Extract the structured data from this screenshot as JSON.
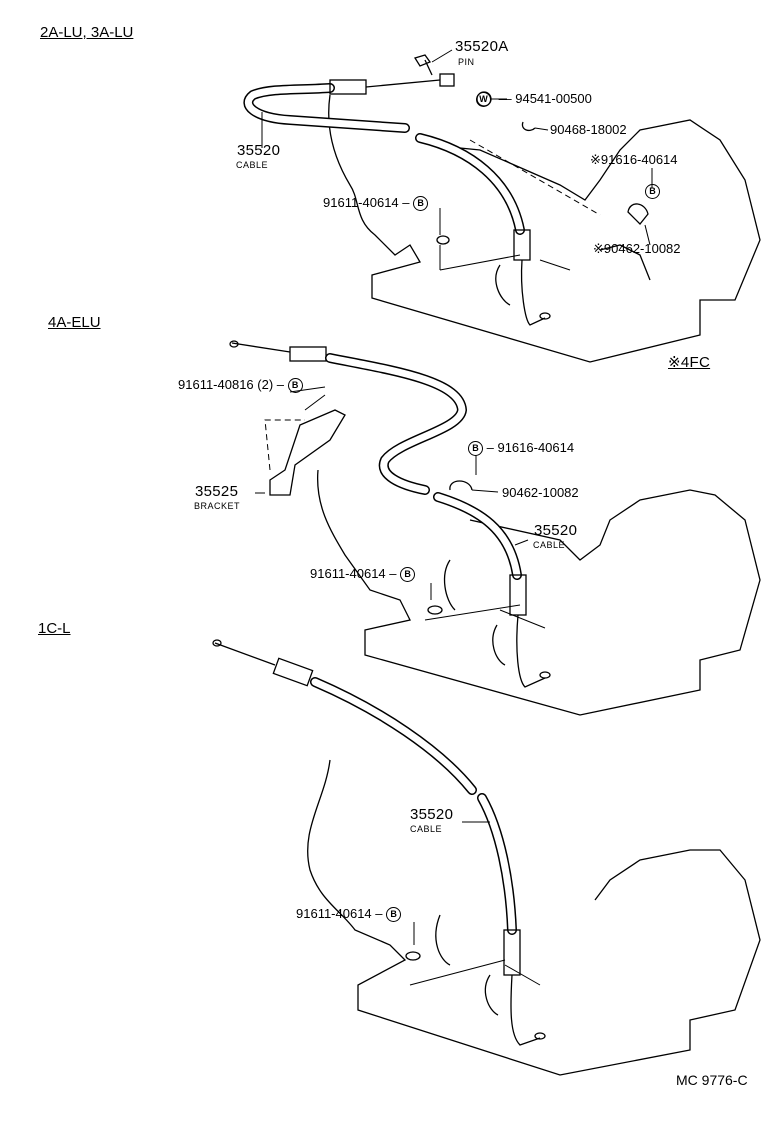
{
  "sections": [
    {
      "title": "2A-LU, 3A-LU"
    },
    {
      "title": "4A-ELU"
    },
    {
      "title": "1C-L"
    }
  ],
  "callouts": {
    "s1_pin_num": "35520A",
    "s1_pin_name": "PIN",
    "s1_washer": "94541-00500",
    "s1_washer_mark": "W",
    "s1_clip": "90468-18002",
    "s1_bolt_star": "※91616-40614",
    "s1_b_mark": "B",
    "s1_clamp_star": "※90462-10082",
    "s1_cable_num": "35520",
    "s1_cable_name": "CABLE",
    "s1_bolt": "91611-40614",
    "s1_b_mark2": "B",
    "footnote": "※4FC",
    "s2_bolt2": "91611-40816 (2)",
    "s2_b_mark": "B",
    "s2_bracket_num": "35525",
    "s2_bracket_name": "BRACKET",
    "s2_bolt_clamp": "91616-40614",
    "s2_b_mark2": "B",
    "s2_clamp": "90462-10082",
    "s2_cable_num": "35520",
    "s2_cable_name": "CABLE",
    "s2_bolt": "91611-40614",
    "s2_b_mark3": "B",
    "s3_cable_num": "35520",
    "s3_cable_name": "CABLE",
    "s3_bolt": "91611-40614",
    "s3_b_mark": "B"
  },
  "diagram_code": "MC 9776-C"
}
